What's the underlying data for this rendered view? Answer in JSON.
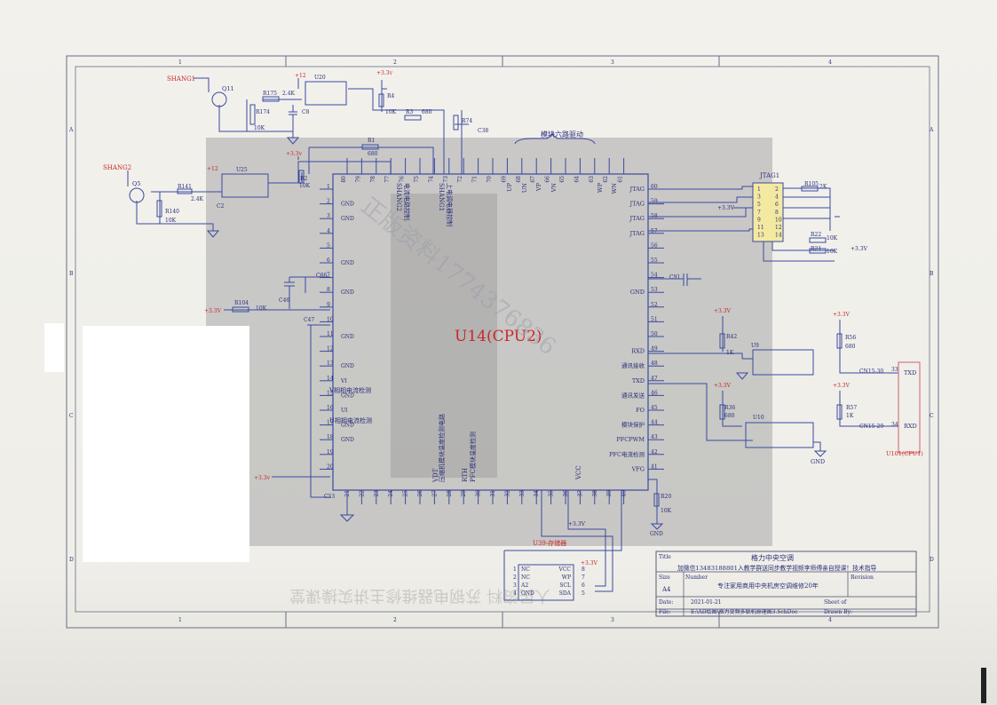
{
  "grid": {
    "cols": [
      "1",
      "2",
      "3",
      "4"
    ],
    "rows": [
      "A",
      "B",
      "C",
      "D"
    ]
  },
  "chip": {
    "name": "U14(CPU2)"
  },
  "watermark": {
    "text": "正版资料1774376836"
  },
  "bottom_banner": {
    "text": "人民资料 苏钢电器维修主讲实操课堂"
  },
  "top_pins": [
    "80",
    "79",
    "78",
    "77",
    "76",
    "75",
    "74",
    "73",
    "72",
    "71",
    "70",
    "69",
    "68",
    "67",
    "66",
    "65",
    "64",
    "63",
    "62",
    "61"
  ],
  "left_pins": [
    {
      "n": "1",
      "label": ""
    },
    {
      "n": "2",
      "label": "GND"
    },
    {
      "n": "3",
      "label": "GND"
    },
    {
      "n": "4",
      "label": ""
    },
    {
      "n": "5",
      "label": ""
    },
    {
      "n": "6",
      "label": "GND"
    },
    {
      "n": "7",
      "label": ""
    },
    {
      "n": "8",
      "label": "GND"
    },
    {
      "n": "9",
      "label": ""
    },
    {
      "n": "10",
      "label": ""
    },
    {
      "n": "11",
      "label": "GND"
    },
    {
      "n": "12",
      "label": ""
    },
    {
      "n": "13",
      "label": "GND"
    },
    {
      "n": "14",
      "label": "VI"
    },
    {
      "n": "15",
      "label": "GND"
    },
    {
      "n": "16",
      "label": "UI"
    },
    {
      "n": "17",
      "label": "GND"
    },
    {
      "n": "18",
      "label": "GND"
    },
    {
      "n": "19",
      "label": ""
    },
    {
      "n": "20",
      "label": ""
    }
  ],
  "left_notes": [
    {
      "pin": 14,
      "text": "V相相电流检测"
    },
    {
      "pin": 16,
      "text": "U相相电流检测"
    }
  ],
  "right_pins": [
    {
      "n": "60",
      "label": "JTAG"
    },
    {
      "n": "59",
      "label": "JTAG"
    },
    {
      "n": "58",
      "label": "JTAG"
    },
    {
      "n": "57",
      "label": "JTAG"
    },
    {
      "n": "56",
      "label": ""
    },
    {
      "n": "55",
      "label": ""
    },
    {
      "n": "54",
      "label": ""
    },
    {
      "n": "53",
      "label": "GND"
    },
    {
      "n": "52",
      "label": ""
    },
    {
      "n": "51",
      "label": ""
    },
    {
      "n": "50",
      "label": ""
    },
    {
      "n": "49",
      "label": "RXD"
    },
    {
      "n": "48",
      "label": "通讯接收"
    },
    {
      "n": "47",
      "label": "TXD"
    },
    {
      "n": "46",
      "label": "通讯发送"
    },
    {
      "n": "45",
      "label": "FO"
    },
    {
      "n": "44",
      "label": "模块保护"
    },
    {
      "n": "43",
      "label": "PFCPWM"
    },
    {
      "n": "42",
      "label": "PFC电流检测"
    },
    {
      "n": "41",
      "label": "VFG"
    }
  ],
  "bottom_pins": [
    "21",
    "22",
    "23",
    "24",
    "25",
    "26",
    "27",
    "28",
    "29",
    "30",
    "31",
    "32",
    "33",
    "34",
    "35",
    "36",
    "37",
    "38",
    "39",
    "40"
  ],
  "pin_labels_top": {
    "shang2": "SHANG2",
    "shang2_note": "电流电路控制",
    "shang1": "SHANG1",
    "shang1_note": "上电调电器控制",
    "drv": [
      "UP",
      "UN",
      "VP",
      "VN",
      "WP",
      "WN"
    ],
    "drv_title": "模块六路驱动"
  },
  "pin_labels_bottom": {
    "vdt": "VDT",
    "vdt_note": "压缩机模块温度检测电路",
    "rth": "RTH",
    "rth_note": "PFC模块温度检测",
    "vcc": "VCC"
  },
  "upper_left": {
    "shang1": "SHANG1",
    "q11": "Q11",
    "r175": "R175",
    "r175v": "2.4K",
    "r174": "R174",
    "r174v": "10K",
    "c8": "C8",
    "plus12_a": "+12",
    "u20": "U20",
    "p33a": "+3.3v",
    "r4": "R4",
    "r4v": "10K",
    "r3": "R3",
    "r3v": "680",
    "r74": "R74",
    "c38": "C38",
    "r1": "R1",
    "r1v": "680",
    "shang2": "SHANG2",
    "q5": "Q5",
    "r141": "R141",
    "r141v": "2.4K",
    "r140": "R140",
    "r140v": "10K",
    "c2": "C2",
    "plus12_b": "+12",
    "u25": "U25",
    "p33b": "+3.3v",
    "r2": "R2",
    "r2v": "10K"
  },
  "left_mid": {
    "c66": "C66",
    "c46": "C46",
    "r104": "R104",
    "r104v": "10K",
    "p33": "+3.3V",
    "c47": "C47",
    "c53": "C53",
    "p33b": "+3.3v"
  },
  "jtag": {
    "title": "JTAG1",
    "r105": "R105",
    "r105v": "2K",
    "p33": "+3.3V",
    "r22": "R22",
    "r22v": "10K",
    "r21": "R21",
    "r21v": "10K",
    "p33b": "+3.3V",
    "pins": [
      "1",
      "2",
      "3",
      "4",
      "5",
      "6",
      "7",
      "8",
      "9",
      "10",
      "11",
      "12",
      "13",
      "14"
    ]
  },
  "c91": "C91",
  "comm": {
    "p33a": "+3.3V",
    "r42": "R42",
    "r42v": "1K",
    "u9": "U9",
    "p33b": "+3.3V",
    "r56": "R56",
    "r56v": "680",
    "cn1530": "CN15-30",
    "p33c": "+3.3V",
    "r36": "R36",
    "r36v": "680",
    "u10": "U10",
    "p33d": "+3.3V",
    "r57": "R57",
    "r57v": "1K",
    "cn1529": "CN15-29",
    "gnd": "GND",
    "txd_n": "33",
    "txd": "TXD",
    "rxd_n": "34",
    "rxd": "RXD",
    "u101": "U101(CPU1)"
  },
  "r20": {
    "name": "R20",
    "value": "10K",
    "gnd": "GND"
  },
  "gnd_bottom": "+3.3V",
  "eeprom": {
    "title": "U39-存储器",
    "p33": "+3.3V",
    "left": [
      {
        "n": "1",
        "l": "NC"
      },
      {
        "n": "2",
        "l": "NC"
      },
      {
        "n": "3",
        "l": "A2"
      },
      {
        "n": "4",
        "l": "GND"
      }
    ],
    "right": [
      {
        "n": "8",
        "l": "VCC"
      },
      {
        "n": "7",
        "l": "WP"
      },
      {
        "n": "6",
        "l": "SCL"
      },
      {
        "n": "5",
        "l": "SDA"
      }
    ]
  },
  "title_block": {
    "title_label": "Title",
    "title": "格力中央空调",
    "subtitle": "加微信13483188801入教学群送同步教学视频李师傅亲自授课！技术指导",
    "size_label": "Size",
    "number_label": "Number",
    "revision_label": "Revision",
    "size": "A4",
    "number": "专注家用商用中央机房空调维修20年",
    "date_label": "Date:",
    "date": "2021-01-21",
    "sheet_label": "Sheet of",
    "file_label": "File:",
    "file": "E:\\AD绘图\\格力变频多联机原理图3.SchDoc",
    "drawn_label": "Drawn By:"
  }
}
